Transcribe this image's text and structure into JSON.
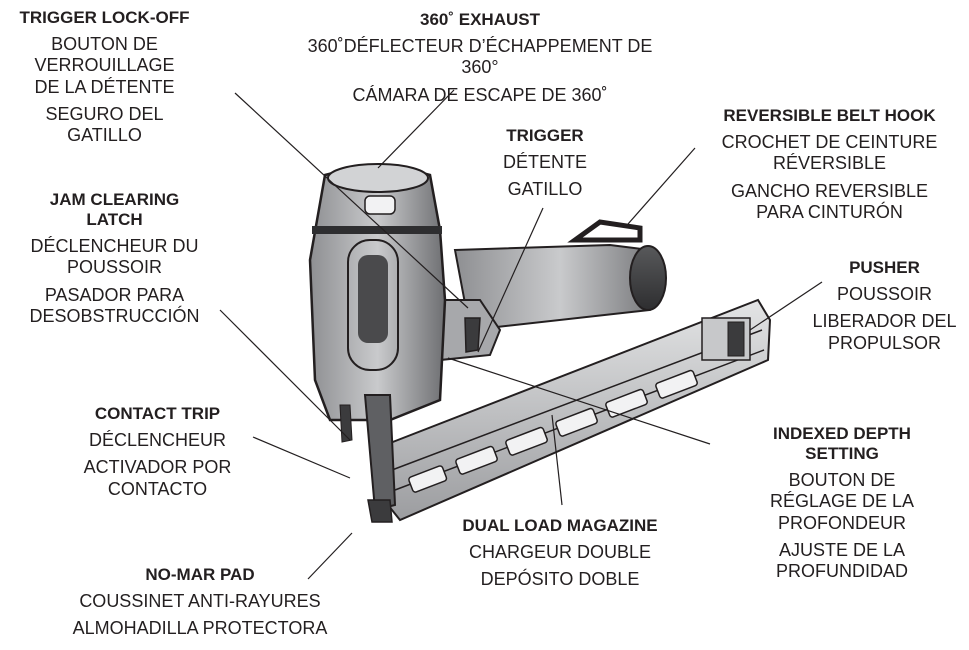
{
  "callouts": {
    "trigger_lock_off": {
      "title": "TRIGGER LOCK-OFF",
      "fr": "BOUTON DE\nVERROUILLAGE\nDE LA DÉTENTE",
      "es": "SEGURO DEL\nGATILLO"
    },
    "exhaust": {
      "title": "360˚ EXHAUST",
      "fr": "360˚DÉFLECTEUR D’ÉCHAPPEMENT DE 360°",
      "es": "CÁMARA DE ESCAPE DE 360˚"
    },
    "belt_hook": {
      "title": "REVERSIBLE BELT HOOK",
      "fr": "CROCHET DE CEINTURE\nRÉVERSIBLE",
      "es": "GANCHO REVERSIBLE\nPARA CINTURÓN"
    },
    "trigger": {
      "title": "TRIGGER",
      "fr": "DÉTENTE",
      "es": "GATILLO"
    },
    "jam_latch": {
      "title": "JAM CLEARING\nLATCH",
      "fr": "DÉCLENCHEUR DU\nPOUSSOIR",
      "es": "PASADOR PARA\nDESOBSTRUCCIÓN"
    },
    "pusher": {
      "title": "PUSHER",
      "fr": "POUSSOIR",
      "es": "LIBERADOR DEL\nPROPULSOR"
    },
    "contact_trip": {
      "title": "CONTACT TRIP",
      "fr": "DÉCLENCHEUR",
      "es": "ACTIVADOR POR\nCONTACTO"
    },
    "depth_setting": {
      "title": "INDEXED DEPTH\nSETTING",
      "fr": "BOUTON DE\nRÉGLAGE DE LA\nPROFONDEUR",
      "es": "AJUSTE DE LA\nPROFUNDIDAD"
    },
    "magazine": {
      "title": "DUAL LOAD MAGAZINE",
      "fr": "CHARGEUR DOUBLE",
      "es": "DEPÓSITO DOBLE"
    },
    "no_mar_pad": {
      "title": "NO-MAR PAD",
      "fr": "COUSSINET ANTI-RAYURES",
      "es": "ALMOHADILLA PROTECTORA"
    }
  },
  "colors": {
    "ink": "#231f20",
    "body": "#6d6e71",
    "light": "#b7b8ba",
    "dark": "#3b3b3d"
  }
}
